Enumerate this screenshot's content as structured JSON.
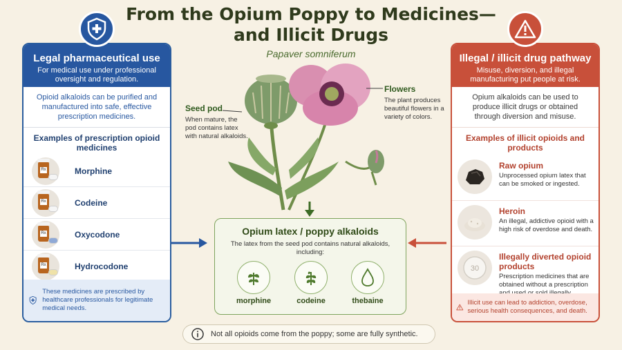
{
  "title_line1": "From the Opium Poppy to Medicines—",
  "title_line2": "and Illicit Drugs",
  "species": "Papaver somniferum",
  "seed_pod": {
    "title": "Seed pod",
    "desc": "When mature, the pod contains latex with natural alkaloids."
  },
  "flowers": {
    "title": "Flowers",
    "desc": "The plant produces beautiful flowers in a variety of colors."
  },
  "legal": {
    "title": "Legal pharmaceutical use",
    "subtitle": "For medical use under professional oversight and regulation.",
    "intro": "Opioid alkaloids can be purified and manufactured into safe, effective prescription medicines.",
    "examples_title": "Examples of prescription opioid medicines",
    "medicines": [
      "Morphine",
      "Codeine",
      "Oxycodone",
      "Hydrocodone"
    ],
    "rx": "Rx",
    "note": "These medicines are prescribed by healthcare professionals for legitimate medical needs.",
    "color": "#2757a0"
  },
  "illegal": {
    "title": "Illegal / illicit drug pathway",
    "subtitle": "Misuse, diversion, and illegal manufacturing put people at risk.",
    "intro": "Opium alkaloids can be used to produce illicit drugs or obtained through diversion and misuse.",
    "examples_title": "Examples of illicit opioids and products",
    "items": [
      {
        "name": "Raw opium",
        "desc": "Unprocessed opium latex that can be smoked or ingested."
      },
      {
        "name": "Heroin",
        "desc": "An illegal, addictive opioid with a high risk of overdose and death."
      },
      {
        "name": "Illegally diverted opioid products",
        "desc": "Prescription medicines that are obtained without a prescription and used or sold illegally."
      }
    ],
    "pill_mark": "30",
    "note": "Illicit use can lead to addiction, overdose, serious health consequences, and death.",
    "color": "#c8503a"
  },
  "latex": {
    "title": "Opium latex / poppy alkaloids",
    "desc": "The latex from the seed pod contains natural alkaloids, including:",
    "alkaloids": [
      "morphine",
      "codeine",
      "thebaine"
    ]
  },
  "footer": "Not all opioids come from the poppy; some are fully synthetic.",
  "icons": {
    "legal_badge": "shield-plus-icon",
    "illegal_badge": "warning-triangle-icon",
    "note_left": "shield-plus-icon",
    "note_right": "warning-triangle-icon",
    "footer": "info-icon",
    "alkaloid": "leaf-icon",
    "thebaine": "drop-icon"
  }
}
